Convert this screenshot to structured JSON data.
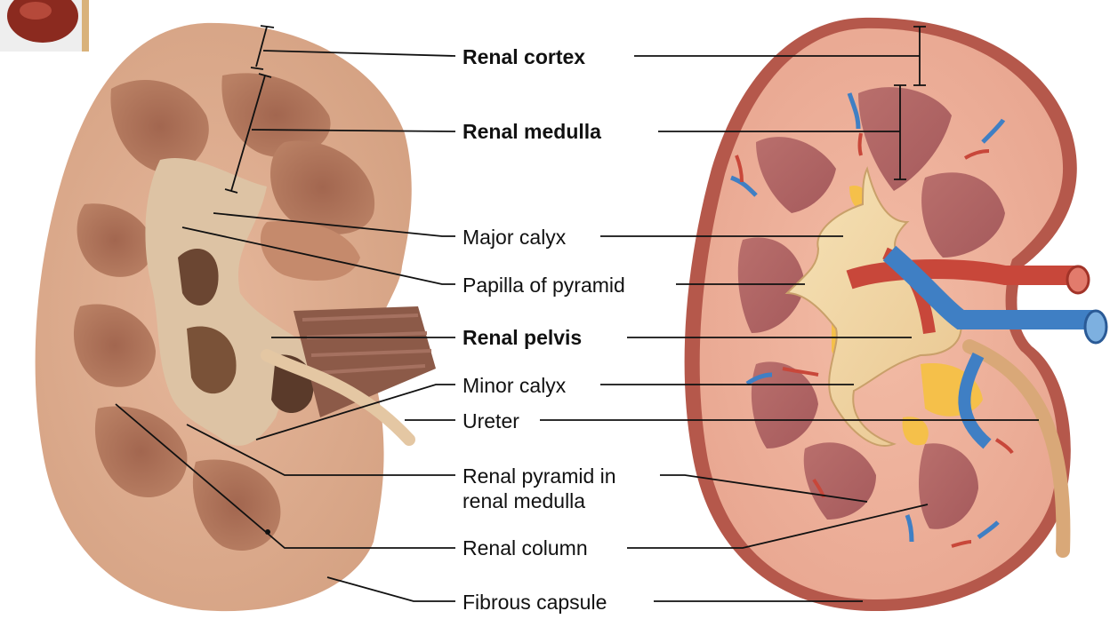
{
  "labels": {
    "renal_cortex": "Renal cortex",
    "renal_medulla": "Renal medulla",
    "major_calyx": "Major calyx",
    "papilla_of_pyramid": "Papilla of pyramid",
    "renal_pelvis": "Renal pelvis",
    "minor_calyx": "Minor calyx",
    "ureter": "Ureter",
    "renal_pyramid_line1": "Renal pyramid in",
    "renal_pyramid_line2": "renal medulla",
    "renal_column": "Renal column",
    "fibrous_capsule": "Fibrous capsule"
  },
  "colors": {
    "specimen_tan": "#d9a88a",
    "specimen_dark": "#8a5a45",
    "illustration_cortex": "#e9a996",
    "illustration_capsule": "#b5584b",
    "pyramid": "#b86a6a",
    "pelvis": "#f2d9a8",
    "artery": "#d34a36",
    "vein": "#3f7fc4",
    "fat": "#f5c04a",
    "leader_line": "#111111"
  }
}
